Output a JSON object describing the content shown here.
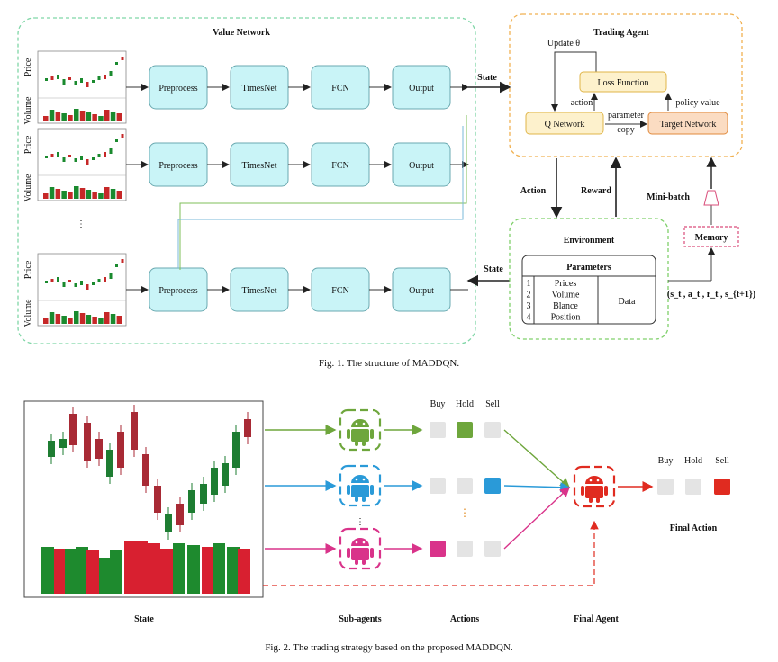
{
  "fig1": {
    "value_network": {
      "title": "Value Network",
      "rows": [
        {
          "label_price": "Price",
          "label_volume": "Volume",
          "steps": [
            "Preprocess",
            "TimesNet",
            "FCN",
            "Output"
          ]
        },
        {
          "label_price": "Price",
          "label_volume": "Volume",
          "steps": [
            "Preprocess",
            "TimesNet",
            "FCN",
            "Output"
          ]
        },
        {
          "label_price": "Price",
          "label_volume": "Volume",
          "steps": [
            "Preprocess",
            "TimesNet",
            "FCN",
            "Output"
          ]
        }
      ],
      "ellipsis": "⋮"
    },
    "state_top": "State",
    "state_bottom": "State",
    "trading_agent": {
      "title": "Trading Agent",
      "update": "Update θ",
      "loss": "Loss Function",
      "q_network": "Q Network",
      "target_network": "Target Network",
      "action": "action",
      "policy_value": "policy value",
      "param_copy_1": "parameter",
      "param_copy_2": "copy"
    },
    "edges": {
      "action": "Action",
      "reward": "Reward",
      "mini_batch": "Mini-batch"
    },
    "memory": "Memory",
    "transition": "(s_t , a_t , r_t , s_{t+1})",
    "environment": {
      "title": "Environment",
      "table_header": "Parameters",
      "nums": [
        "1",
        "2",
        "3",
        "4"
      ],
      "params": [
        "Prices",
        "Volume",
        "Blance",
        "Position"
      ],
      "data": "Data"
    },
    "caption": "Fig. 1.  The structure of MADDQN."
  },
  "fig2": {
    "labels": {
      "state": "State",
      "sub_agents": "Sub-agents",
      "actions": "Actions",
      "final_agent": "Final Agent",
      "final_action": "Final Action"
    },
    "action_headers": [
      "Buy",
      "Hold",
      "Sell"
    ],
    "final_headers": [
      "Buy",
      "Hold",
      "Sell"
    ],
    "sub_agent_colors": [
      "#6ea63c",
      "#2a9ad8",
      "#d9338a"
    ],
    "final_agent_color": "#e02b20",
    "selected_actions": [
      "Hold",
      "Sell",
      "Buy"
    ],
    "final_selected": "Sell",
    "caption": "Fig. 2.  The trading strategy based on the proposed MADDQN."
  }
}
